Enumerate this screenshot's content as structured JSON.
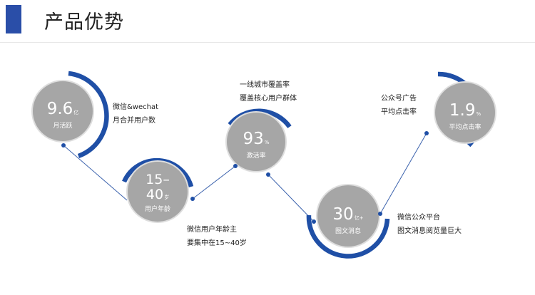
{
  "title": "产品优势",
  "accent_color": "#1f4fa6",
  "circle_color": "#a6a6a6",
  "nodes": [
    {
      "value": "9.6",
      "unit": "亿",
      "label": "月活跃",
      "desc": [
        "微信&wechat",
        "月合并用户数"
      ]
    },
    {
      "value_line1": "15–",
      "value_line2": "40",
      "unit": "岁",
      "label": "用户年龄",
      "desc": [
        "微信用户年龄主",
        "要集中在15~40岁"
      ]
    },
    {
      "value": "93",
      "unit": "%",
      "label": "激活率",
      "desc": [
        "一线城市覆盖率",
        "覆盖核心用户群体"
      ]
    },
    {
      "value": "30",
      "unit": "亿+",
      "label": "图文消息",
      "desc": [
        "微信公众平台",
        "图文消息阅览量巨大"
      ]
    },
    {
      "value": "1.9",
      "unit": "%",
      "label": "平均点击率",
      "desc": [
        "公众号广告",
        "平均点击率"
      ]
    }
  ]
}
